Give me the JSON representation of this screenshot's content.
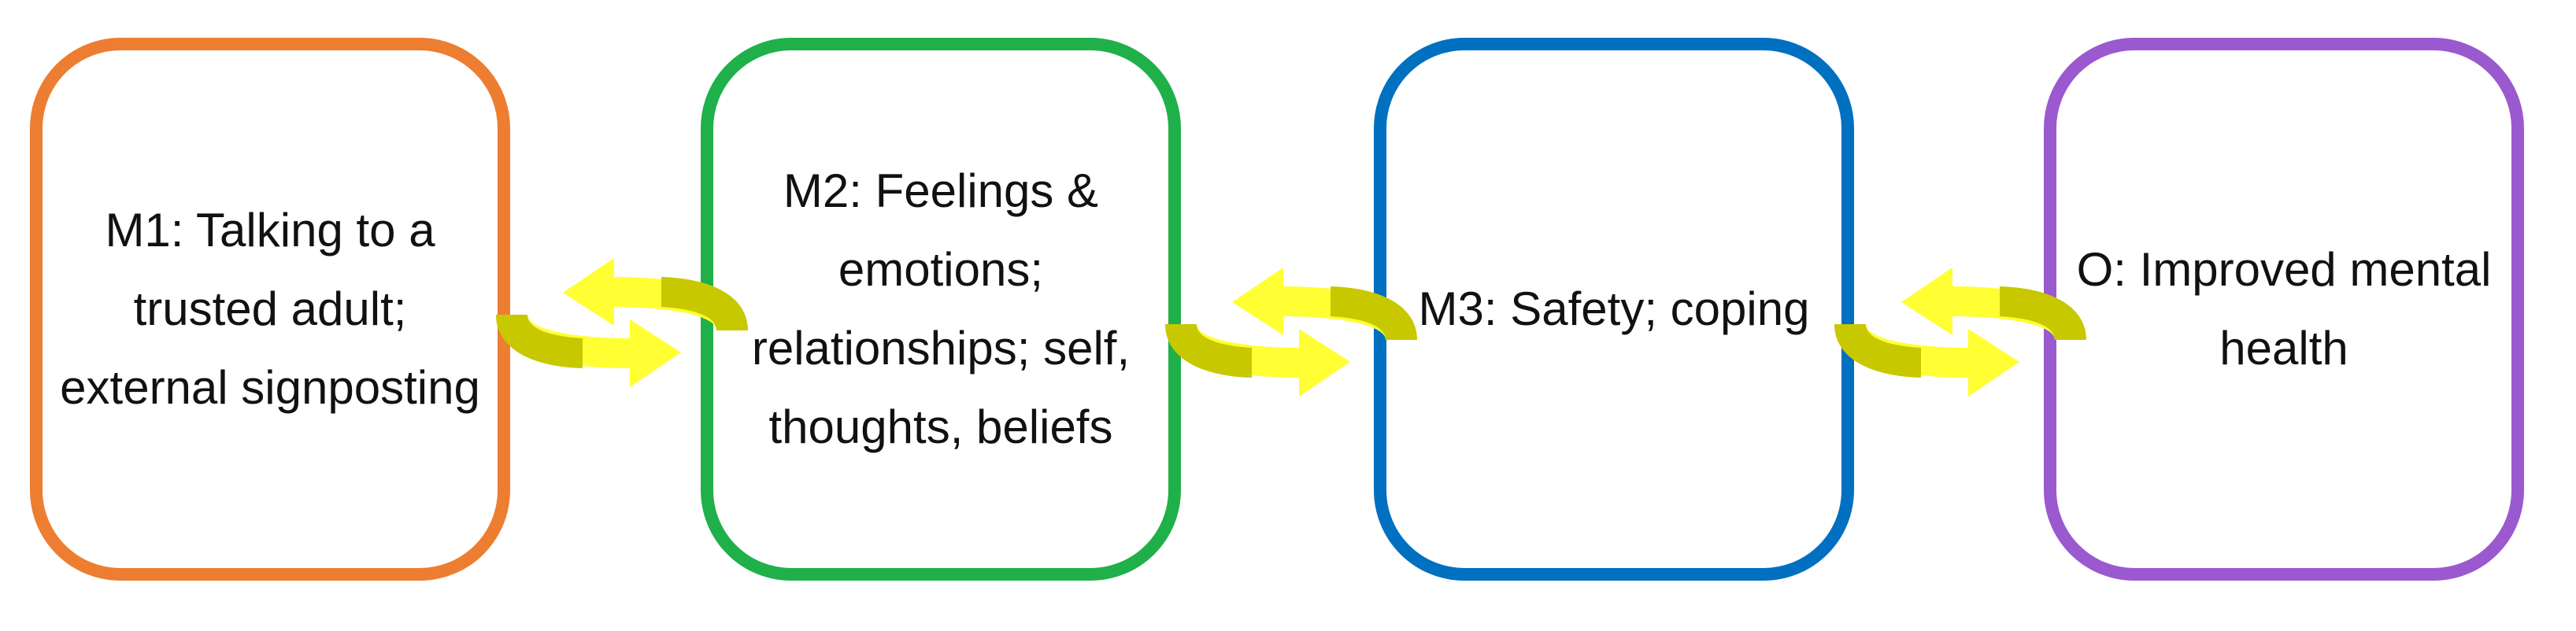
{
  "boxes": [
    {
      "id": "m1",
      "text": "M1: Talking to a trusted adult; external signposting",
      "color": "#ED7D31"
    },
    {
      "id": "m2",
      "text": "M2: Feelings & emotions; relationships; self, thoughts, beliefs",
      "color": "#1FB04A"
    },
    {
      "id": "m3",
      "text": "M3: Safety; coping",
      "color": "#0070C0"
    },
    {
      "id": "o",
      "text": "O: Improved mental health",
      "color": "#9B59D0"
    }
  ],
  "connectors": {
    "count": 3,
    "type": "bidirectional-cycle-arrows",
    "fill_color": "#FFFF33",
    "outline_color": "#C8C800"
  }
}
